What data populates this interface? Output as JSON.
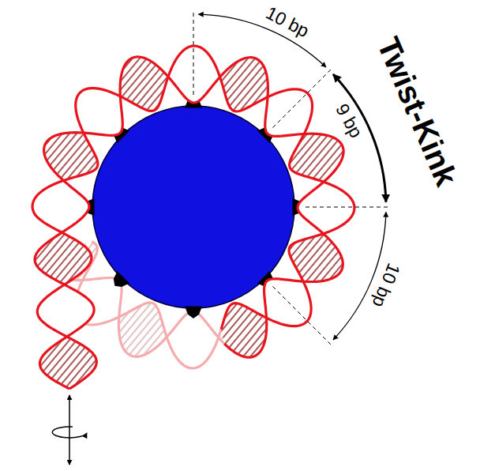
{
  "diagram": {
    "labels": [
      "Twist-Kink",
      "10 bp",
      "9 bp",
      "10 bp"
    ]
  }
}
